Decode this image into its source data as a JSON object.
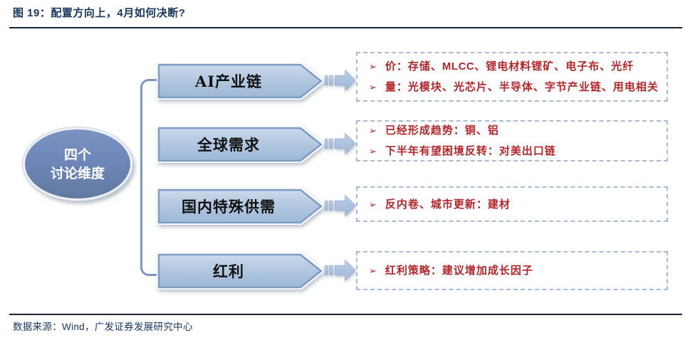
{
  "figure": {
    "title": "图 19：配置方向上，4月如何决断?",
    "source": "数据来源：Wind，广发证券发展研究中心"
  },
  "hub": {
    "line1": "四个",
    "line2": "讨论维度"
  },
  "icons": {
    "bullet": "➢",
    "flow_arrow": "striped-right-arrow"
  },
  "colors": {
    "title_navy": "#17375E",
    "rule": "#16243d",
    "hub_fill": "#6E87B8",
    "pentagon_fill_top": "#CBD9EB",
    "pentagon_fill_bottom": "#9DB7D7",
    "pentagon_border": "#7C9BC5",
    "connector": "#7E96C6",
    "dashed_border": "#A7BCD7",
    "red_text": "#B3262A"
  },
  "rows": [
    {
      "label": "AI产业链",
      "bullets": [
        {
          "segments": [
            {
              "text": "价：存储、",
              "bold": false
            },
            {
              "text": "MLCC",
              "bold": true
            },
            {
              "text": "、锂电材料锂矿、电子布、光纤",
              "bold": false
            }
          ]
        },
        {
          "segments": [
            {
              "text": "量：光模块、光芯片、半导体、字节产业链、用电相关",
              "bold": false
            }
          ]
        }
      ]
    },
    {
      "label": "全球需求",
      "bullets": [
        {
          "segments": [
            {
              "text": "已经形成趋势：铜、铝",
              "bold": false
            }
          ]
        },
        {
          "segments": [
            {
              "text": "下半年有望困境反转：对美出口链",
              "bold": false
            }
          ]
        }
      ]
    },
    {
      "label": "国内特殊供需",
      "bullets": [
        {
          "segments": [
            {
              "text": "反内卷、城市更新：建材",
              "bold": false
            }
          ]
        }
      ]
    },
    {
      "label": "红利",
      "bullets": [
        {
          "segments": [
            {
              "text": "红利策略：建议增加成长因子",
              "bold": false
            }
          ]
        }
      ]
    }
  ]
}
